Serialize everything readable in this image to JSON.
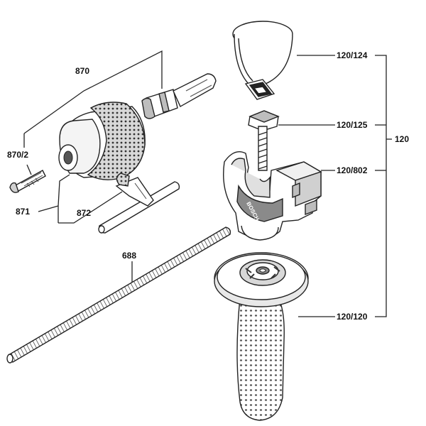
{
  "callouts": {
    "c870": "870",
    "c870_2": "870/2",
    "c871": "871",
    "c872": "872",
    "c688": "688",
    "c120_124": "120/124",
    "c120_125": "120/125",
    "c120_802": "120/802",
    "c120_120": "120/120",
    "c120": "120"
  },
  "parts": {
    "chuck_brand_text": "BOSCH"
  },
  "colors": {
    "line": "#222222",
    "part_fill": "#ffffff",
    "shade": "#bdbdbd",
    "dark_shade": "#8a8a8a",
    "background": "#ffffff"
  }
}
